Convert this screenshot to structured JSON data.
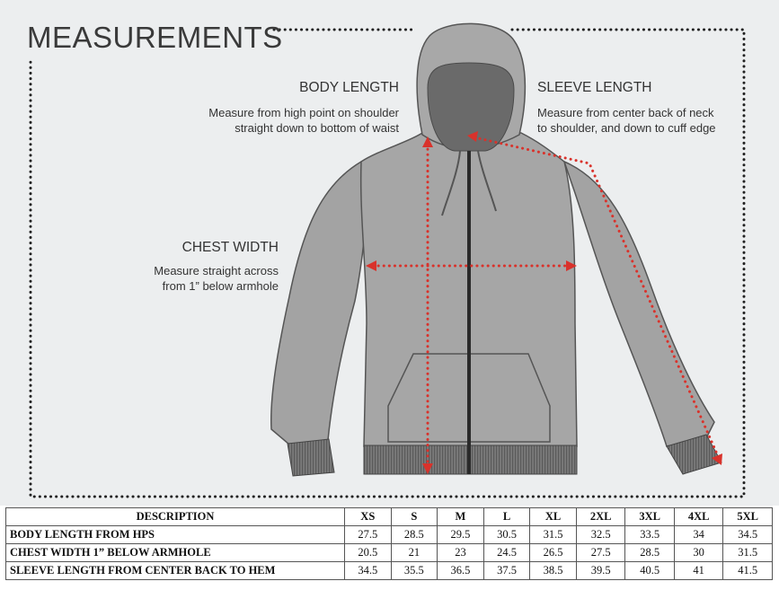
{
  "title": "MEASUREMENTS",
  "annotations": {
    "body": {
      "heading": "BODY LENGTH",
      "line1": "Measure from high point on shoulder",
      "line2": "straight down to bottom of waist"
    },
    "sleeve": {
      "heading": "SLEEVE LENGTH",
      "line1": "Measure from center back of neck",
      "line2": "to shoulder, and down to cuff edge"
    },
    "chest": {
      "heading": "CHEST WIDTH",
      "line1": "Measure straight across",
      "line2": "from 1” below  armhole"
    }
  },
  "colors": {
    "garment": "#a6a6a6",
    "garment_dark": "#6f6f6f",
    "measure_line": "#d9322b",
    "background": "#eceeef"
  },
  "table": {
    "header": [
      "DESCRIPTION",
      "XS",
      "S",
      "M",
      "L",
      "XL",
      "2XL",
      "3XL",
      "4XL",
      "5XL"
    ],
    "rows": [
      {
        "label": "BODY LENGTH FROM HPS",
        "values": [
          "27.5",
          "28.5",
          "29.5",
          "30.5",
          "31.5",
          "32.5",
          "33.5",
          "34",
          "34.5"
        ]
      },
      {
        "label": "CHEST WIDTH 1” BELOW ARMHOLE",
        "values": [
          "20.5",
          "21",
          "23",
          "24.5",
          "26.5",
          "27.5",
          "28.5",
          "30",
          "31.5"
        ]
      },
      {
        "label": "SLEEVE LENGTH FROM CENTER BACK TO HEM",
        "values": [
          "34.5",
          "35.5",
          "36.5",
          "37.5",
          "38.5",
          "39.5",
          "40.5",
          "41",
          "41.5"
        ]
      }
    ]
  }
}
